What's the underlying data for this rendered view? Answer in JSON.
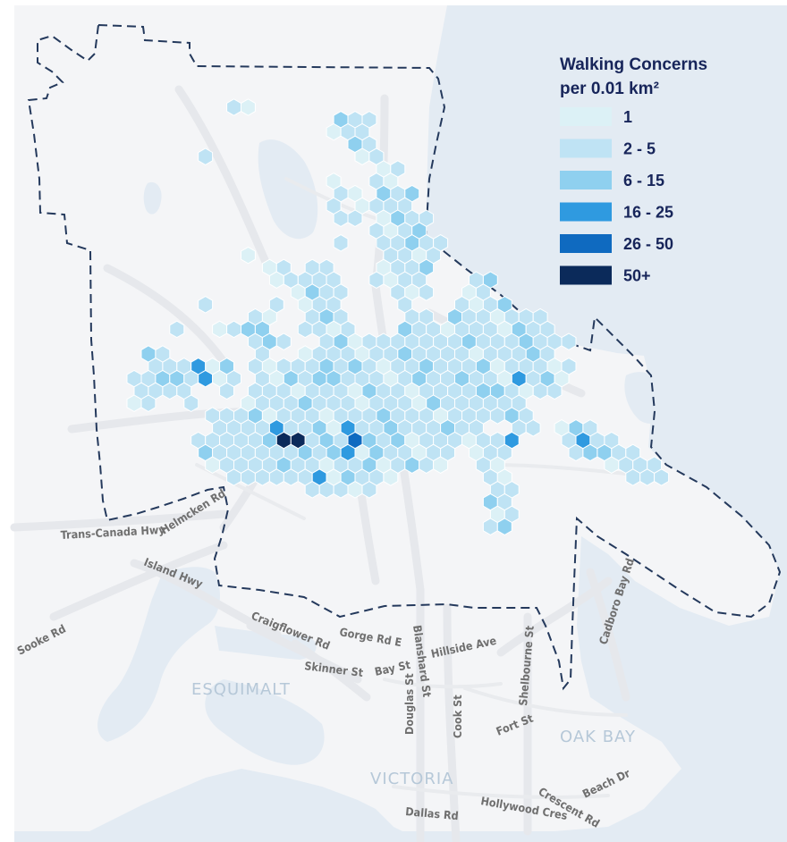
{
  "legend": {
    "title_line1": "Walking Concerns",
    "title_line2": "per 0.01 km²",
    "classes": [
      {
        "label": "1",
        "color": "#dcf1f6"
      },
      {
        "label": "2 - 5",
        "color": "#bfe3f4"
      },
      {
        "label": "6 - 15",
        "color": "#8fd0ef"
      },
      {
        "label": "16 - 25",
        "color": "#2f9ae0"
      },
      {
        "label": "26 - 50",
        "color": "#0f6ac0"
      },
      {
        "label": "50+",
        "color": "#0b2a5a"
      }
    ]
  },
  "places": {
    "esquimalt": "ESQUIMALT",
    "oak_bay": "OAK BAY",
    "victoria": "VICTORIA"
  },
  "roads": {
    "trans_canada": "Trans-Canada Hwy",
    "helmcken": "Helmcken Rd",
    "island_hwy": "Island Hwy",
    "sooke": "Sooke Rd",
    "craigflower": "Craigflower Rd",
    "skinner": "Skinner St",
    "bay": "Bay St",
    "gorge": "Gorge Rd E",
    "blanshard": "Blanshard St",
    "hillside": "Hillside Ave",
    "douglas": "Douglas St",
    "cook": "Cook St",
    "fort": "Fort St",
    "shelbourne": "Shelbourne St",
    "cadboro": "Cadboro Bay Rd",
    "dallas": "Dallas Rd",
    "hollywood": "Hollywood Cres",
    "crescent": "Crescent Rd",
    "beach": "Beach Dr"
  },
  "colors": {
    "water": "#e3ebf3",
    "land": "#f3f4f6",
    "boundary": "#24395c"
  }
}
